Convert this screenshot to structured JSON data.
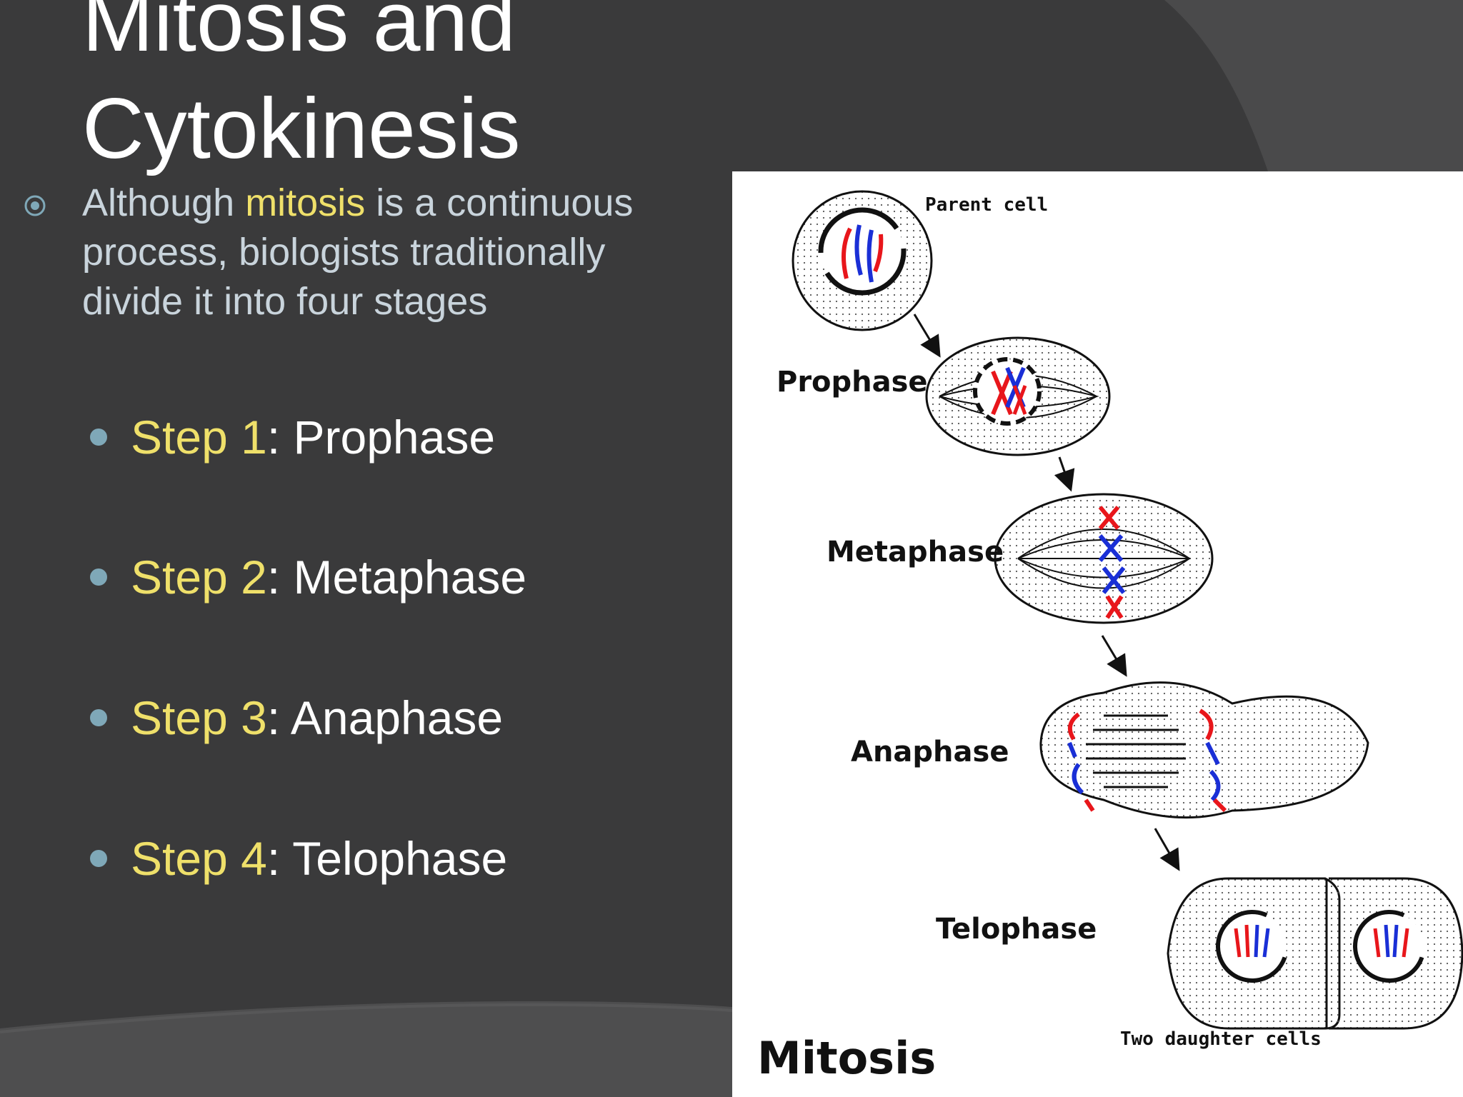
{
  "slide": {
    "title_line_1": "Mitosis and",
    "title_line_2": "Cytokinesis",
    "intro_before": "Although ",
    "intro_highlight": "mitosis",
    "intro_after": " is a continuous process, biologists traditionally divide it into four stages",
    "steps": [
      {
        "label": "Step 1",
        "name": ": Prophase"
      },
      {
        "label": "Step 2",
        "name": ": Metaphase"
      },
      {
        "label": "Step 3",
        "name": ": Anaphase"
      },
      {
        "label": "Step 4",
        "name": ": Telophase"
      }
    ]
  },
  "diagram": {
    "title": "Mitosis",
    "parent_label": "Parent cell",
    "daughter_label": "Two daughter cells",
    "stages": [
      "Prophase",
      "Metaphase",
      "Anaphase",
      "Telophase"
    ]
  },
  "colors": {
    "background": "#3a3a3b",
    "highlight": "#efe06a",
    "body_text": "#c9d4dc",
    "bullet": "#7fa8b8",
    "chromosome_red": "#e8161b",
    "chromosome_blue": "#1a2fd6"
  },
  "icons": {
    "intro_bullet": "circle-dot-icon",
    "step_bullet": "dot-icon"
  }
}
